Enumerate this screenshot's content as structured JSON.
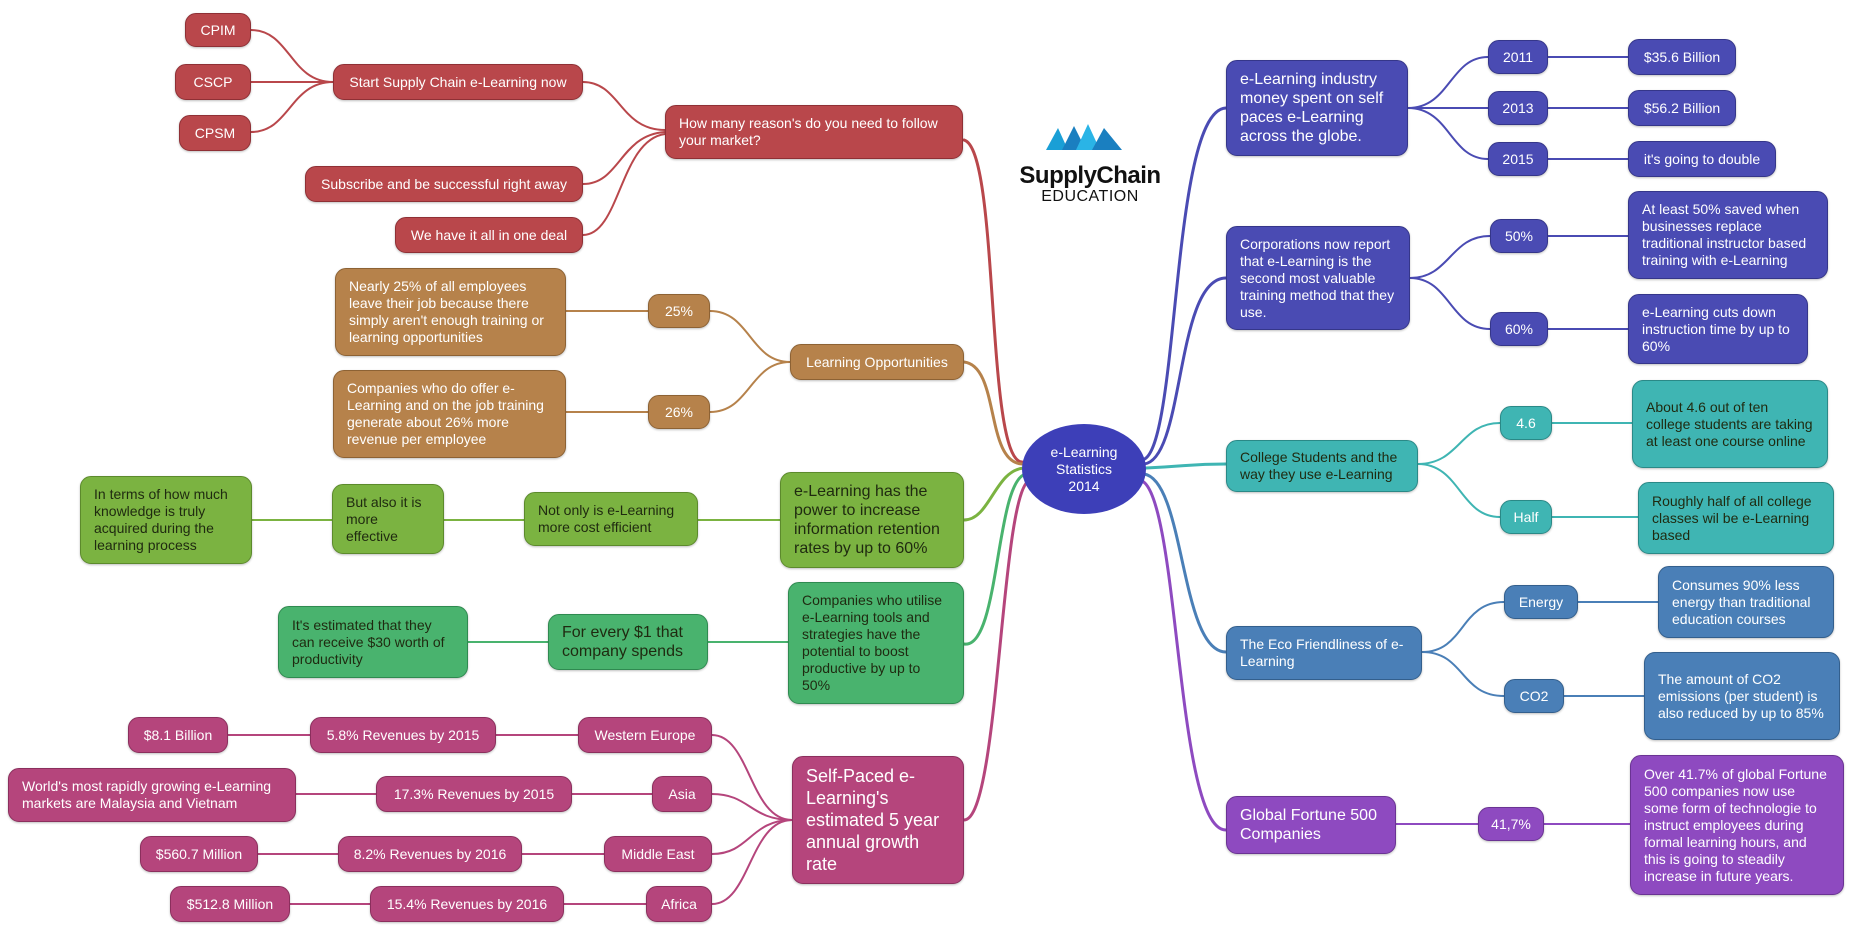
{
  "logo": {
    "brand": "SupplyChain",
    "sub": "EDUCATION"
  },
  "center": {
    "line1": "e-Learning",
    "line2": "Statistics",
    "line3": "2014"
  },
  "colors": {
    "red": "#b9474b",
    "brown": "#b6824b",
    "light_green": "#7bb341",
    "green": "#49b36e",
    "pink": "#b5457c",
    "indigo": "#4a4bb3",
    "teal": "#3fb5b3",
    "steel": "#4a7fb7",
    "purple": "#8e4ac0"
  },
  "nodes": {
    "follow": "How many reason's do you need to follow your market?",
    "start": "Start Supply Chain e-Learning now",
    "cpim": "CPIM",
    "cscp": "CSCP",
    "cpsm": "CPSM",
    "subscribe": "Subscribe and be successful right away",
    "one_deal": "We have it all in one deal",
    "learning_opp": "Learning Opportunities",
    "p25": "25%",
    "p26": "26%",
    "nearly25": "Nearly 25% of all employees leave their job because there simply aren't enough training or learning opportunities",
    "companies_offer": "Companies who do offer e-Learning and on the job training generate about 26% more revenue per employee",
    "retention": "e-Learning has the power to increase information retention rates by up to 60%",
    "cost_efficient": "Not only is e-Learning more cost efficient",
    "but_also": "But also it is more effective",
    "knowledge": "In terms of how much knowledge is truly acquired during the learning process",
    "utilise": "Companies who utilise e-Learning tools and strategies have the potential to boost productive by up to 50%",
    "every1": "For every $1 that company spends",
    "estimated30": "It's estimated that they can receive $30 worth of productivity",
    "self_paced": "Self-Paced e-Learning's estimated 5 year annual growth rate",
    "western_europe": "Western Europe",
    "we_rev": "5.8% Revenues by 2015",
    "we_val": "$8.1 Billion",
    "asia": "Asia",
    "asia_rev": "17.3% Revenues by 2015",
    "asia_val": "World's most rapidly growing e-Learning markets are Malaysia and Vietnam",
    "middle_east": "Middle East",
    "me_rev": "8.2% Revenues by 2016",
    "me_val": "$560.7 Million",
    "africa": "Africa",
    "af_rev": "15.4% Revenues by 2016",
    "af_val": "$512.8 Million",
    "industry": "e-Learning industry money spent on self paces e-Learning across the globe.",
    "y2011": "2011",
    "y2013": "2013",
    "y2015": "2015",
    "v2011": "$35.6 Billion",
    "v2013": "$56.2 Billion",
    "v2015": "it's going to double",
    "corporations": "Corporations now report that e-Learning is the second most valuable training method that they use.",
    "p50": "50%",
    "p60": "60%",
    "saved50": "At least 50% saved when businesses replace traditional instructor based training with e-Learning",
    "cuts60": "e-Learning cuts down instruction time by up to 60%",
    "college": "College Students and the way they use  e-Learning",
    "n46": "4.6",
    "half": "Half",
    "about46": "About 4.6 out of ten college students are taking at least one course online",
    "roughly": "Roughly half of all college classes wil be e-Learning based",
    "eco": "The Eco Friendliness of e-Learning",
    "energy": "Energy",
    "co2": "CO2",
    "consumes": "Consumes 90% less energy than traditional education courses",
    "co2_text": "The amount of CO2 emissions (per student) is also reduced by up to 85%",
    "fortune": "Global Fortune 500 Companies",
    "p417": "41,7%",
    "over417": "Over 41.7% of global Fortune 500 companies now use some form of technologie to instruct employees during formal learning hours, and this is going to steadily increase in future years."
  }
}
